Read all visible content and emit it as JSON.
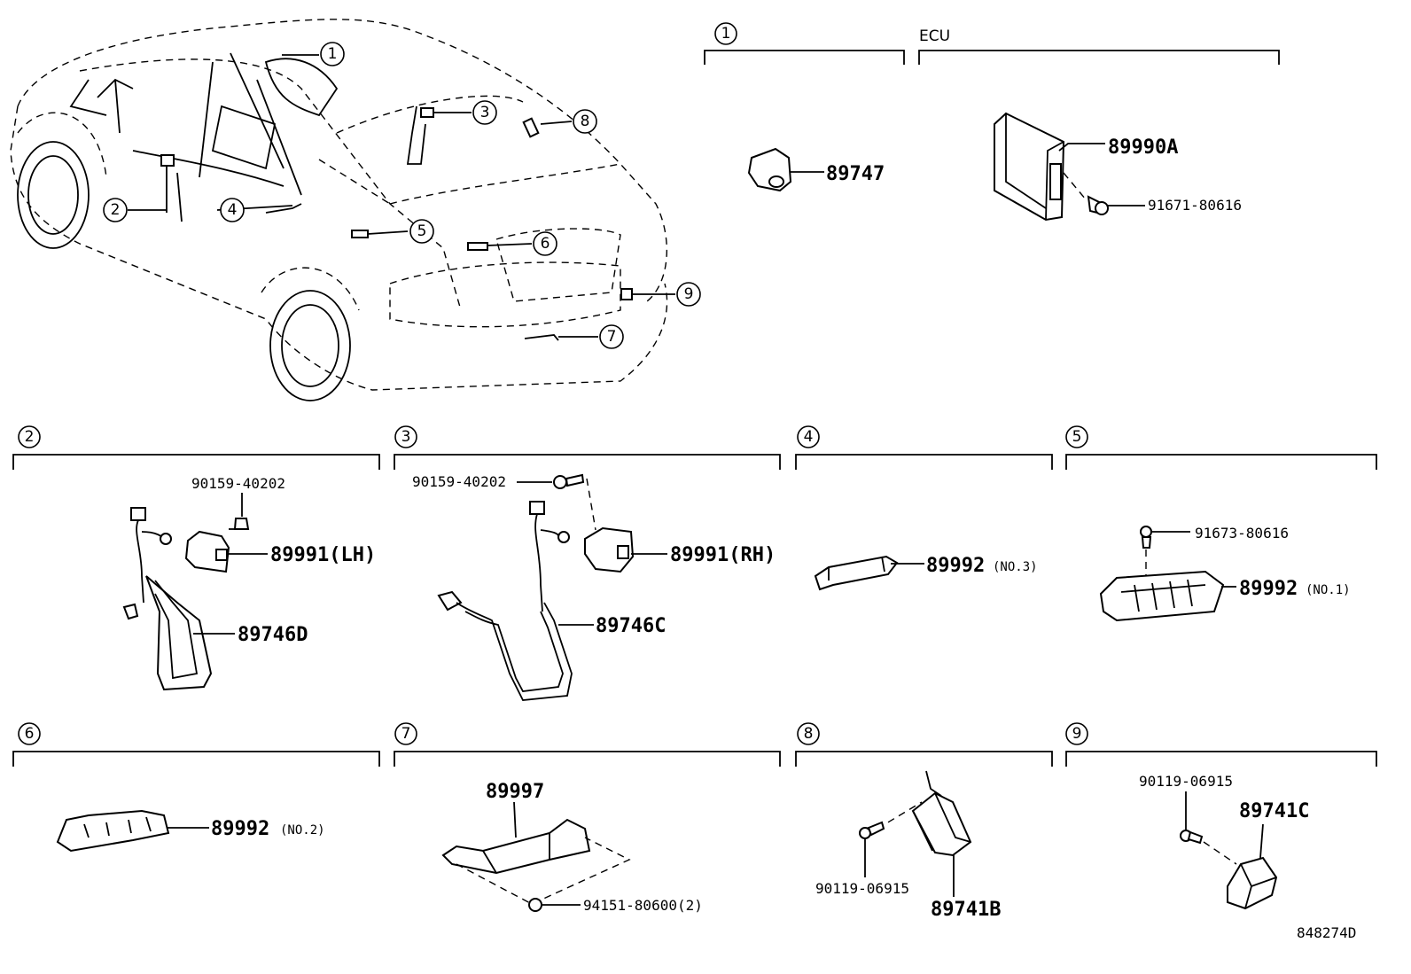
{
  "callouts": [
    "1",
    "2",
    "3",
    "4",
    "5",
    "6",
    "7",
    "8",
    "9"
  ],
  "sections": {
    "s1": {
      "number": "1"
    },
    "ecu": {
      "label": "ECU"
    },
    "s2": {
      "number": "2"
    },
    "s3": {
      "number": "3"
    },
    "s4": {
      "number": "4"
    },
    "s5": {
      "number": "5"
    },
    "s6": {
      "number": "6"
    },
    "s7": {
      "number": "7"
    },
    "s8": {
      "number": "8"
    },
    "s9": {
      "number": "9"
    }
  },
  "parts": {
    "p89747": "89747",
    "p89990A": "89990A",
    "p91671": "91671-80616",
    "p90159_lh": "90159-40202",
    "p89991lh": "89991(LH)",
    "p89746D": "89746D",
    "p90159_rh": "90159-40202",
    "p89991rh": "89991(RH)",
    "p89746C": "89746C",
    "p89992_no3": "89992",
    "note_no3": "(NO.3)",
    "p91673": "91673-80616",
    "p89992_no1": "89992",
    "note_no1": "(NO.1)",
    "p89992_no2": "89992",
    "note_no2": "(NO.2)",
    "p89997": "89997",
    "p94151": "94151-80600(2)",
    "p90119_8": "90119-06915",
    "p89741B": "89741B",
    "p90119_9": "90119-06915",
    "p89741C": "89741C"
  },
  "diagram_id": "848274D"
}
